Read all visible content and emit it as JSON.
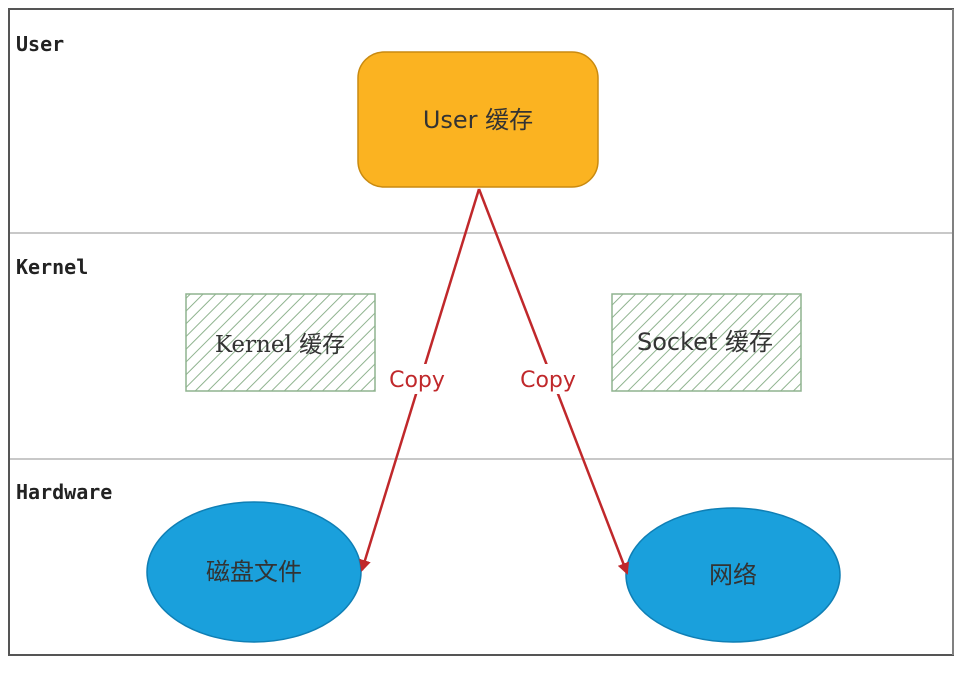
{
  "layers": {
    "user": "User",
    "kernel": "Kernel",
    "hardware": "Hardware"
  },
  "nodes": {
    "user_cache": "User 缓存",
    "kernel_cache": "Kernel 缓存",
    "socket_cache": "Socket 缓存",
    "disk_file": "磁盘文件",
    "network": "网络"
  },
  "edges": {
    "left_copy": "Copy",
    "right_copy": "Copy"
  },
  "colors": {
    "user_box_fill": "#fbb321",
    "user_box_stroke": "#c98a10",
    "hatch_stroke": "#8fb38f",
    "ellipse_fill": "#1aa0dc",
    "ellipse_stroke": "#0f7fb5",
    "arrow": "#c0282b",
    "divider": "#c8c8c8",
    "frame": "#555555"
  }
}
